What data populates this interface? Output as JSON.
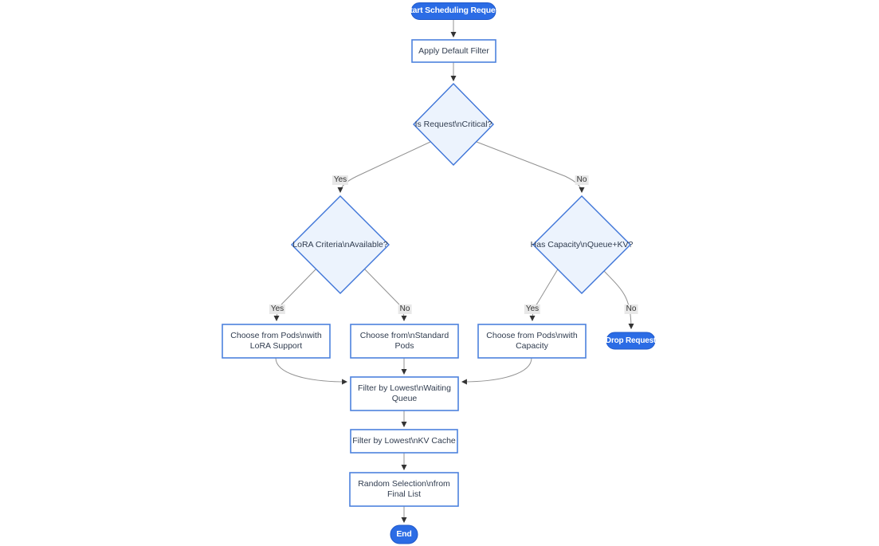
{
  "diagram": {
    "type": "flowchart",
    "direction": "top-down",
    "colors": {
      "accent": "#2b6ce5",
      "accent_border": "#1f58c9",
      "node_border": "#4d82de",
      "decision_fill": "#ecf3fd",
      "decision_border": "#3d74d8",
      "edge": "#919191",
      "arrow": "#333333",
      "label_bg": "#e8e8e8",
      "text": "#303c4f"
    },
    "nodes": {
      "start": {
        "shape": "stadium",
        "label": "Start Scheduling Request"
      },
      "apply_filter": {
        "shape": "rect",
        "lines": [
          "Apply Default Filter"
        ]
      },
      "is_critical": {
        "shape": "diamond",
        "lines": [
          "Is Request\\nCritical?"
        ]
      },
      "lora_criteria": {
        "shape": "diamond",
        "lines": [
          "LoRA Criteria\\nAvailable?"
        ]
      },
      "has_capacity": {
        "shape": "diamond",
        "lines": [
          "Has Capacity\\nQueue+KV?"
        ]
      },
      "choose_lora": {
        "shape": "rect",
        "lines": [
          "Choose from Pods\\nwith",
          "LoRA Support"
        ]
      },
      "choose_standard": {
        "shape": "rect",
        "lines": [
          "Choose from\\nStandard",
          "Pods"
        ]
      },
      "choose_capacity": {
        "shape": "rect",
        "lines": [
          "Choose from Pods\\nwith",
          "Capacity"
        ]
      },
      "drop_request": {
        "shape": "stadium",
        "label": "Drop Request"
      },
      "filter_queue": {
        "shape": "rect",
        "lines": [
          "Filter by Lowest\\nWaiting",
          "Queue"
        ]
      },
      "filter_kv": {
        "shape": "rect",
        "lines": [
          "Filter by Lowest\\nKV Cache"
        ]
      },
      "random_selection": {
        "shape": "rect",
        "lines": [
          "Random Selection\\nfrom",
          "Final List"
        ]
      },
      "end": {
        "shape": "stadium",
        "label": "End"
      }
    },
    "edges": [
      {
        "from": "start",
        "to": "apply_filter",
        "label": ""
      },
      {
        "from": "apply_filter",
        "to": "is_critical",
        "label": ""
      },
      {
        "from": "is_critical",
        "to": "lora_criteria",
        "label": "Yes"
      },
      {
        "from": "is_critical",
        "to": "has_capacity",
        "label": "No"
      },
      {
        "from": "lora_criteria",
        "to": "choose_lora",
        "label": "Yes"
      },
      {
        "from": "lora_criteria",
        "to": "choose_standard",
        "label": "No"
      },
      {
        "from": "has_capacity",
        "to": "choose_capacity",
        "label": "Yes"
      },
      {
        "from": "has_capacity",
        "to": "drop_request",
        "label": "No"
      },
      {
        "from": "choose_lora",
        "to": "filter_queue",
        "label": ""
      },
      {
        "from": "choose_standard",
        "to": "filter_queue",
        "label": ""
      },
      {
        "from": "choose_capacity",
        "to": "filter_queue",
        "label": ""
      },
      {
        "from": "filter_queue",
        "to": "filter_kv",
        "label": ""
      },
      {
        "from": "filter_kv",
        "to": "random_selection",
        "label": ""
      },
      {
        "from": "random_selection",
        "to": "end",
        "label": ""
      }
    ]
  }
}
